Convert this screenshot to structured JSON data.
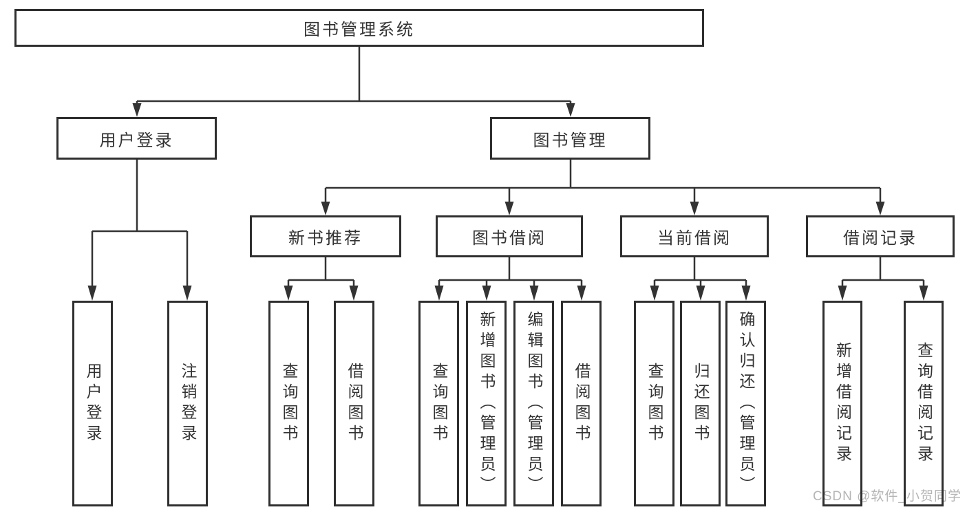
{
  "diagram": {
    "root": {
      "label": "图书管理系统"
    },
    "level2": [
      {
        "label": "用户登录"
      },
      {
        "label": "图书管理"
      }
    ],
    "level3": [
      {
        "label": "新书推荐"
      },
      {
        "label": "图书借阅"
      },
      {
        "label": "当前借阅"
      },
      {
        "label": "借阅记录"
      }
    ],
    "leaves": [
      {
        "label": "用户登录"
      },
      {
        "label": "注销登录"
      },
      {
        "label": "查询图书"
      },
      {
        "label": "借阅图书"
      },
      {
        "label": "查询图书"
      },
      {
        "label": "新增图书（管理员）"
      },
      {
        "label": "编辑图书（管理员）"
      },
      {
        "label": "借阅图书"
      },
      {
        "label": "查询图书"
      },
      {
        "label": "归还图书"
      },
      {
        "label": "确认归还（管理员）"
      },
      {
        "label": "新增借阅记录"
      },
      {
        "label": "查询借阅记录"
      }
    ],
    "watermark": "CSDN @软件_小贺同学",
    "colors": {
      "line": "#333333",
      "text": "#333333",
      "watermark": "#b5b5b5",
      "background": "#ffffff"
    }
  }
}
